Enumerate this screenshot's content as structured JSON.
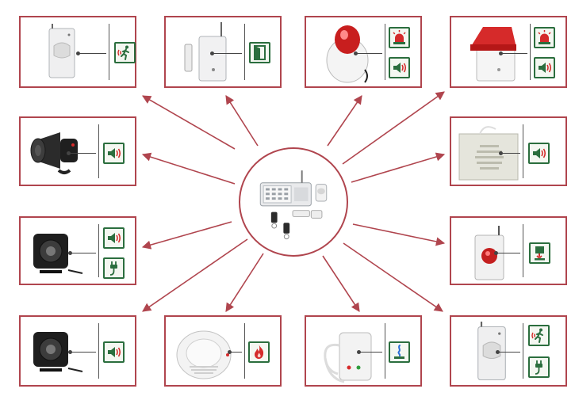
{
  "colors": {
    "frame": "#b0454e",
    "arrow": "#b0454e",
    "icon_border": "#2b6e3e",
    "icon_accent": "#d42b2b"
  },
  "hub": {
    "components": [
      "control-panel",
      "remote-key",
      "remote-key",
      "pir-sensor",
      "door-magnet"
    ]
  },
  "peripherals": [
    {
      "device": "pir-motion-detector",
      "icons": [
        "running-man-icon"
      ]
    },
    {
      "device": "door-window-sensor",
      "icons": [
        "open-door-icon"
      ]
    },
    {
      "device": "strobe-siren-round",
      "icons": [
        "alarm-light-icon",
        "speaker-icon"
      ]
    },
    {
      "device": "strobe-siren-square",
      "icons": [
        "alarm-light-icon",
        "speaker-icon"
      ]
    },
    {
      "device": "horn-speaker",
      "icons": [
        "speaker-icon"
      ]
    },
    {
      "device": "indoor-siren-speaker",
      "icons": [
        "speaker-icon"
      ]
    },
    {
      "device": "wired-siren",
      "icons": [
        "speaker-icon",
        "power-plug-icon"
      ]
    },
    {
      "device": "panic-button",
      "icons": [
        "panic-press-icon"
      ]
    },
    {
      "device": "wired-siren",
      "icons": [
        "speaker-icon"
      ]
    },
    {
      "device": "smoke-detector",
      "icons": [
        "fire-icon"
      ]
    },
    {
      "device": "gas-detector",
      "icons": [
        "gas-icon"
      ]
    },
    {
      "device": "pir-motion-detector",
      "icons": [
        "running-man-icon",
        "power-plug-icon"
      ]
    }
  ]
}
